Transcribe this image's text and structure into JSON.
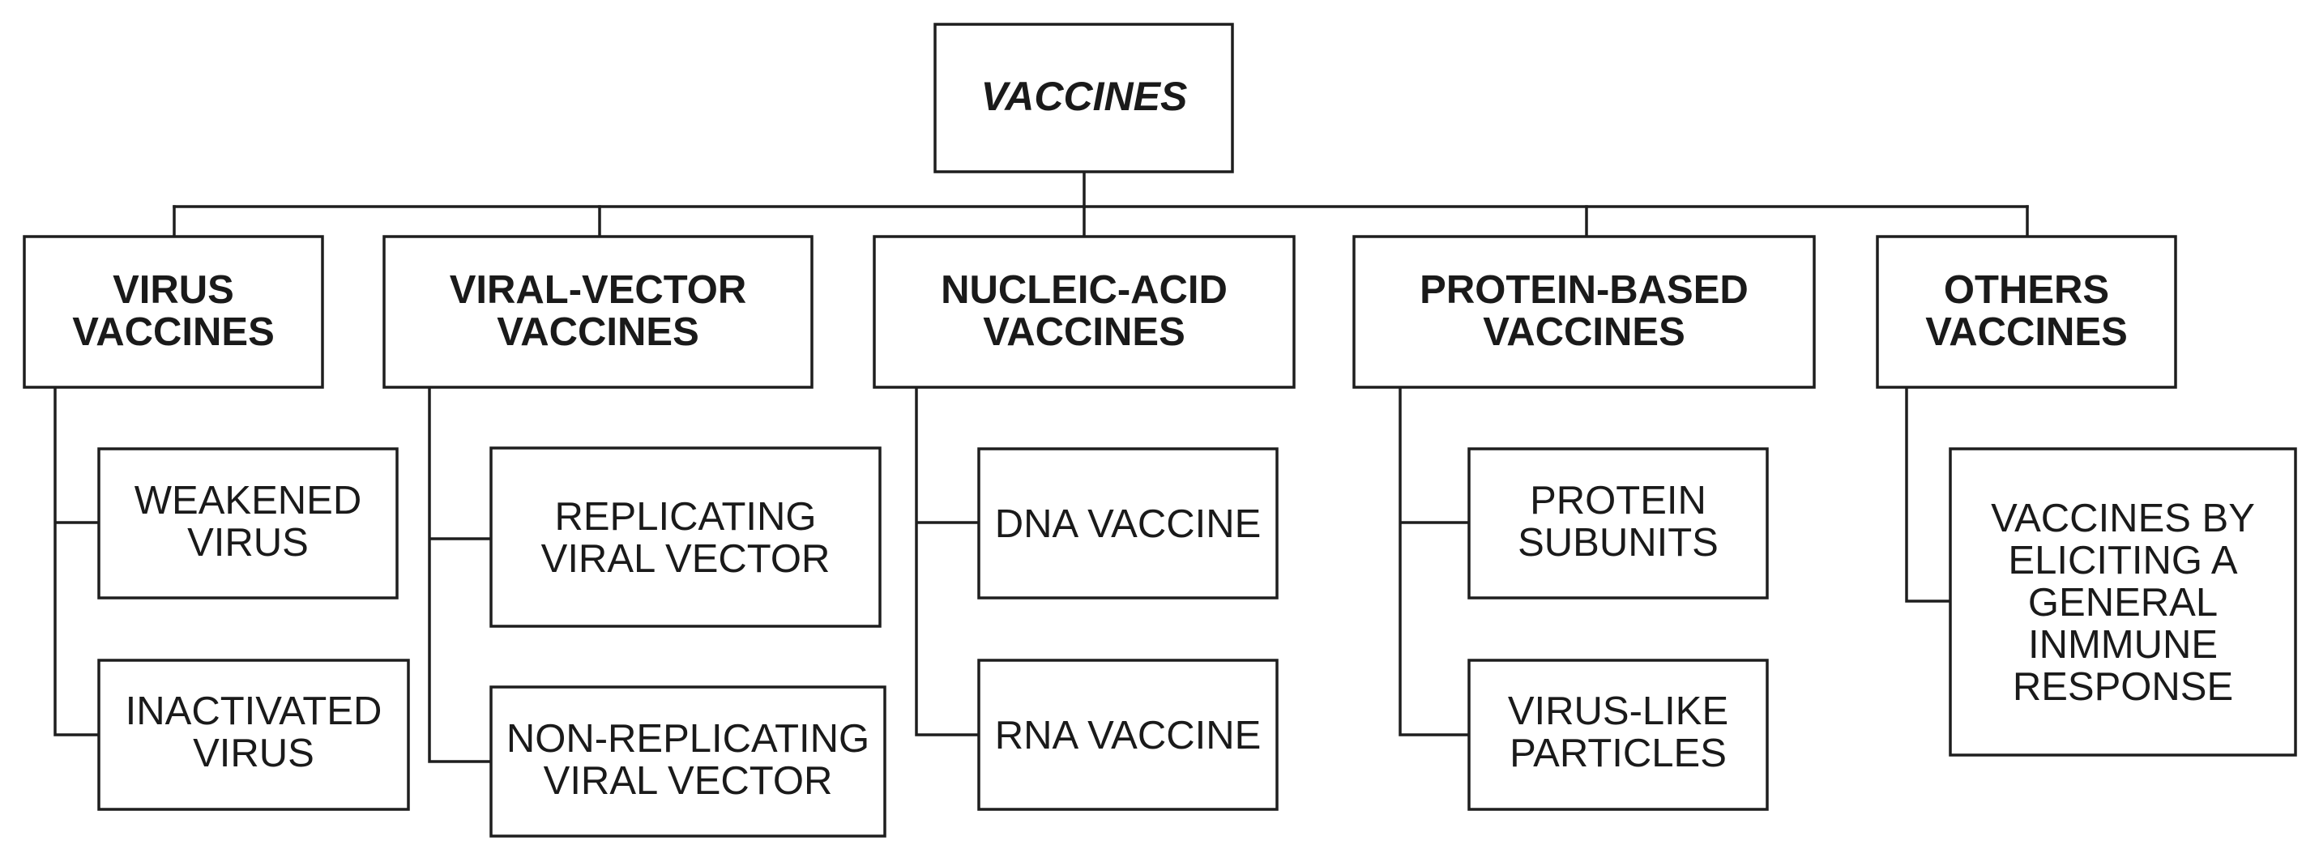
{
  "root": {
    "label": "VACCINES"
  },
  "categories": [
    {
      "line1": "VIRUS",
      "line2": "VACCINES",
      "children": [
        {
          "line1": "WEAKENED",
          "line2": "VIRUS"
        },
        {
          "line1": "INACTIVATED",
          "line2": "VIRUS"
        }
      ]
    },
    {
      "line1": "VIRAL-VECTOR",
      "line2": "VACCINES",
      "children": [
        {
          "line1": "REPLICATING",
          "line2": "VIRAL VECTOR"
        },
        {
          "line1": "NON-REPLICATING",
          "line2": "VIRAL VECTOR"
        }
      ]
    },
    {
      "line1": "NUCLEIC-ACID",
      "line2": "VACCINES",
      "children": [
        {
          "line1": "DNA VACCINE"
        },
        {
          "line1": "RNA VACCINE"
        }
      ]
    },
    {
      "line1": "PROTEIN-BASED",
      "line2": "VACCINES",
      "children": [
        {
          "line1": "PROTEIN",
          "line2": "SUBUNITS"
        },
        {
          "line1": "VIRUS-LIKE",
          "line2": "PARTICLES"
        }
      ]
    },
    {
      "line1": "OTHERS",
      "line2": "VACCINES",
      "children": [
        {
          "line1": "VACCINES BY",
          "line2": "ELICITING A",
          "line3": "GENERAL",
          "line4": "INMMUNE",
          "line5": "RESPONSE"
        }
      ]
    }
  ]
}
